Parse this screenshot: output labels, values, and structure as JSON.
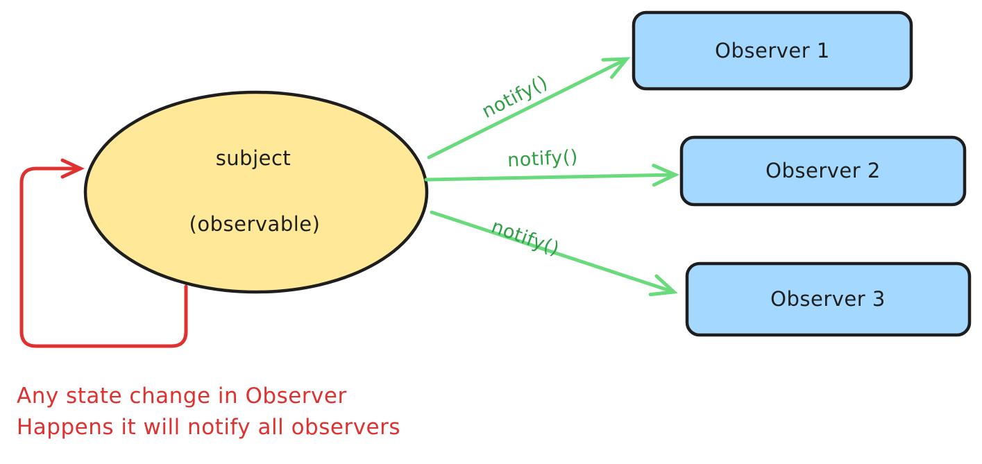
{
  "diagram": {
    "subject": {
      "title": "subject",
      "subtitle": "(observable)"
    },
    "observers": [
      {
        "label": "Observer 1"
      },
      {
        "label": "Observer 2"
      },
      {
        "label": "Observer 3"
      }
    ],
    "arrows": [
      {
        "label": "notify()"
      },
      {
        "label": "notify()"
      },
      {
        "label": "notify()"
      }
    ],
    "caption": {
      "line1": "Any state change in Observer",
      "line2": "Happens it will notify all observers"
    },
    "colors": {
      "subject_fill": "#ffe999",
      "observer_fill": "#a5d8ff",
      "outline": "#1e1e1e",
      "arrow_green": "#69db7c",
      "notify_text_green": "#2f9e44",
      "accent_red": "#e03131",
      "background": "#ffffff"
    }
  }
}
